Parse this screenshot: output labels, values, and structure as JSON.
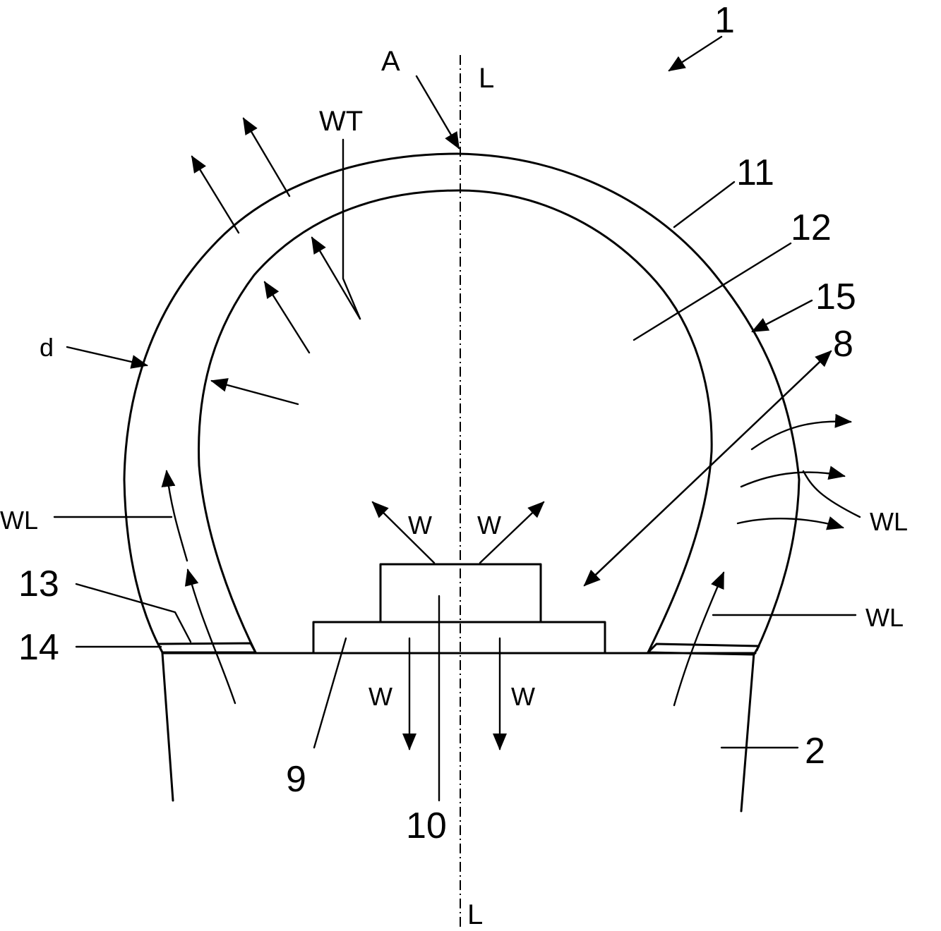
{
  "figure": {
    "labels": {
      "device": "1",
      "axis_point": "A",
      "axis_top": "L",
      "axis_bottom": "L",
      "wt": "WT",
      "outer_shell": "11",
      "inner_space": "12",
      "surface": "15",
      "cavity": "8",
      "thickness": "d",
      "wl_left": "WL",
      "wl_right_top": "WL",
      "wl_right_bottom": "WL",
      "w_up_left": "W",
      "w_up_right": "W",
      "w_down_left": "W",
      "w_down_right": "W",
      "seal_upper": "13",
      "seal_lower": "14",
      "substrate": "9",
      "chip": "10",
      "base": "2"
    }
  }
}
